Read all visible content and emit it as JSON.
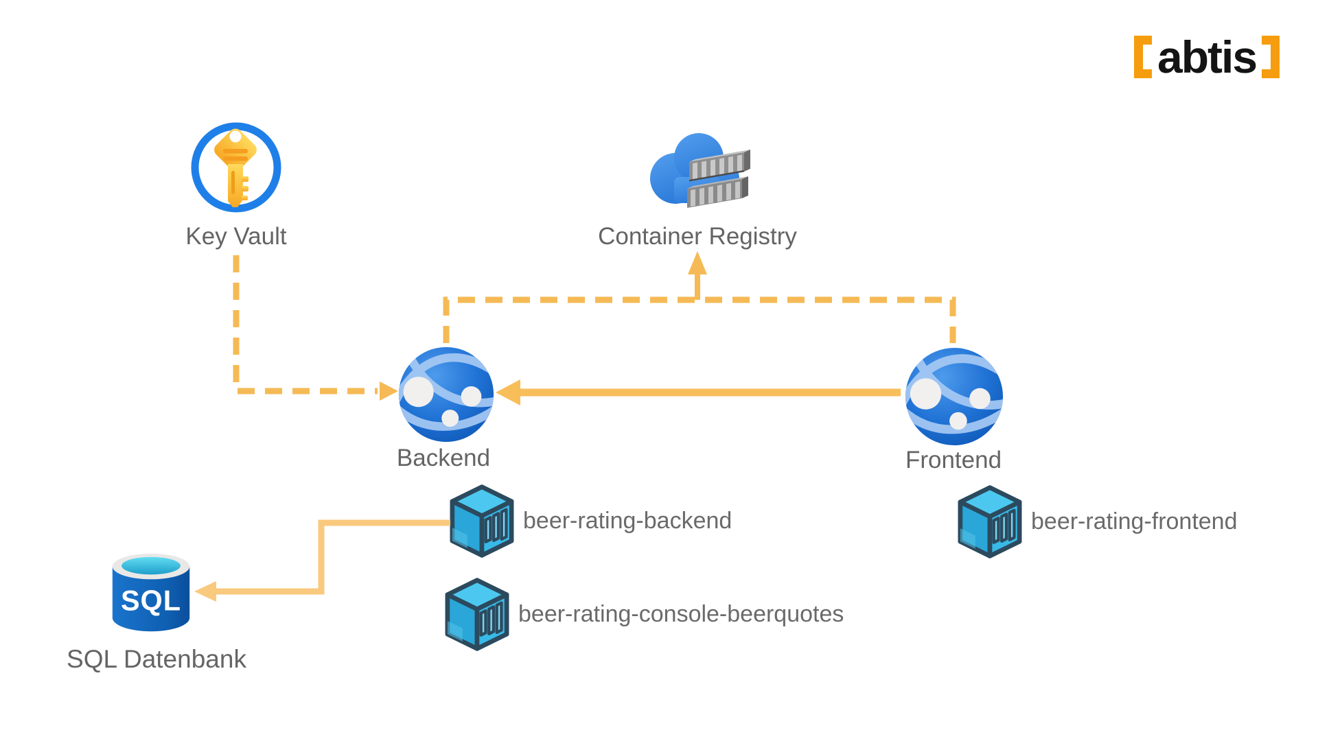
{
  "logo": {
    "name": "abtis"
  },
  "palette": {
    "accent_orange_dashed": "#F5BA55",
    "accent_orange_solid": "#F8BE5A",
    "accent_orange_light": "#F9C97E",
    "logo_orange": "#F59D0E",
    "azure_blue": "#2173D6",
    "cube_cyan": "#38B9E8",
    "label_gray": "#646464"
  },
  "nodes": {
    "key_vault": {
      "label": "Key Vault"
    },
    "container_registry": {
      "label": "Container Registry"
    },
    "backend": {
      "label": "Backend"
    },
    "frontend": {
      "label": "Frontend"
    },
    "sql_database": {
      "label": "SQL Datenbank",
      "icon_text": "SQL"
    }
  },
  "container_images": [
    {
      "label": "beer-rating-backend"
    },
    {
      "label": "beer-rating-console-beerquotes"
    },
    {
      "label": "beer-rating-frontend"
    }
  ],
  "connections": [
    {
      "from": "key_vault",
      "to": "backend",
      "style": "dashed-arrow"
    },
    {
      "from": "backend",
      "to": "container_registry",
      "style": "dashed"
    },
    {
      "from": "frontend",
      "to": "container_registry",
      "style": "dashed"
    },
    {
      "from": "container_registry_junction",
      "to": "container_registry",
      "style": "solid-arrow-up"
    },
    {
      "from": "frontend",
      "to": "backend",
      "style": "solid-arrow"
    },
    {
      "from": "beer-rating-backend",
      "to": "sql_database",
      "style": "solid-arrow"
    }
  ]
}
